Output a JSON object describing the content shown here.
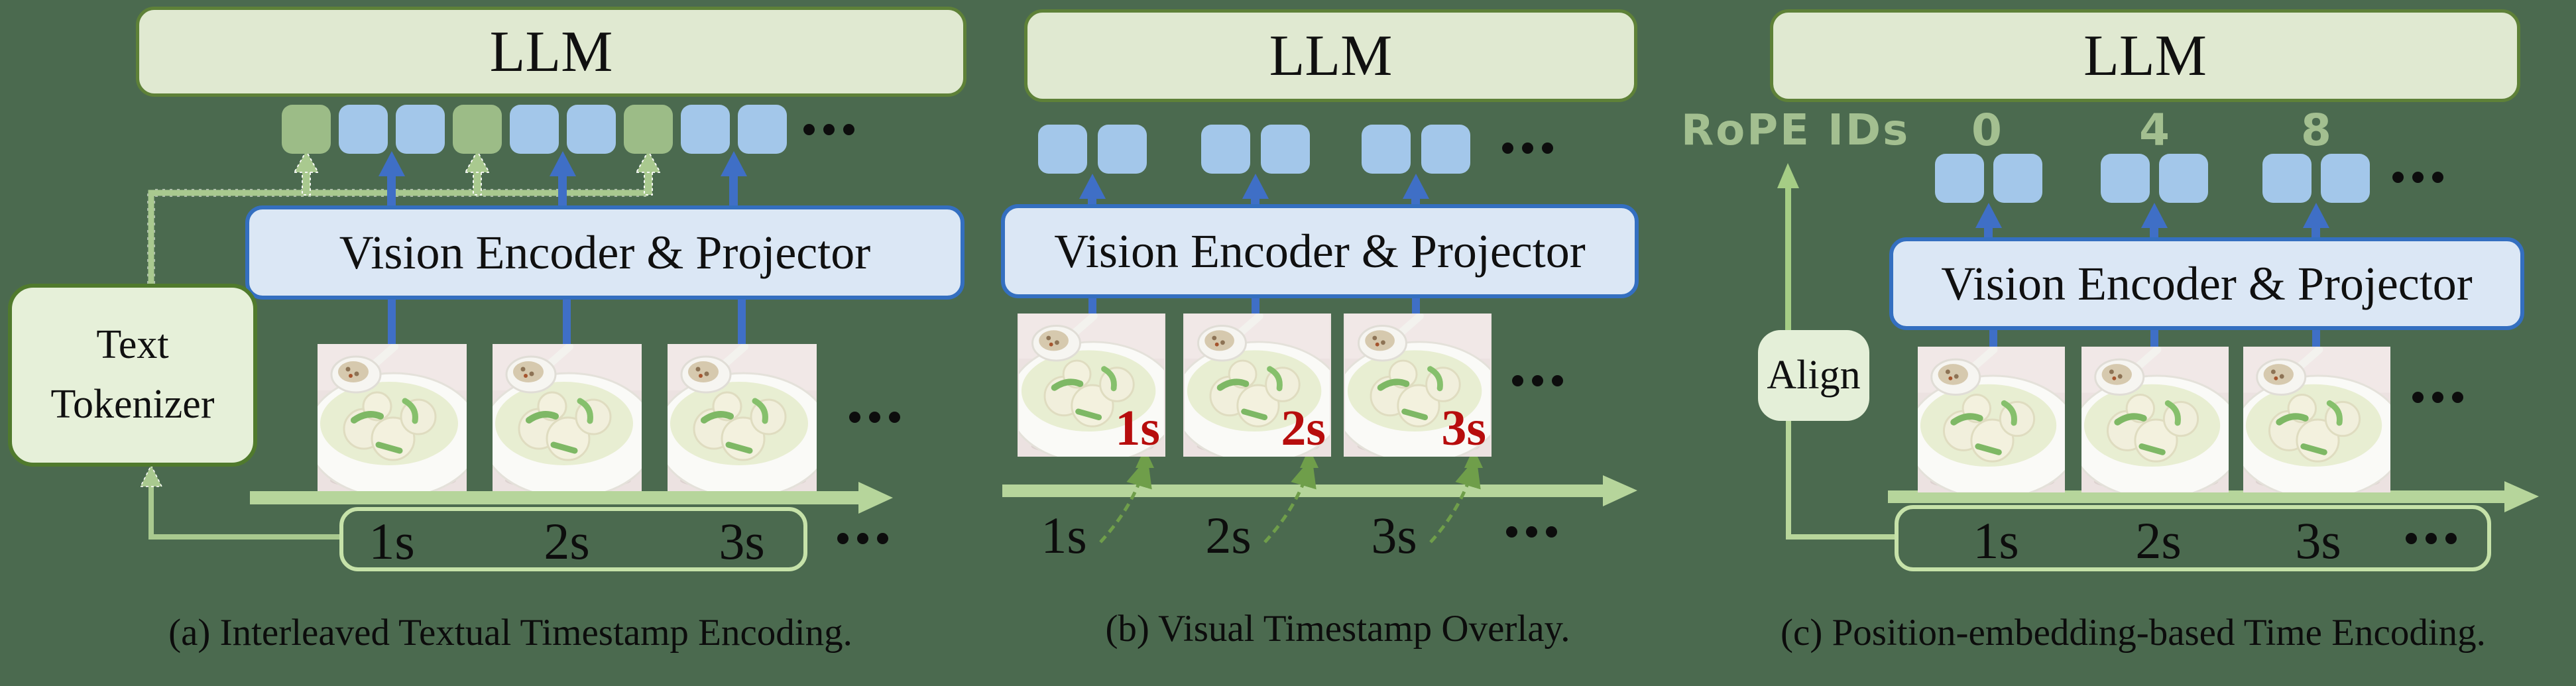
{
  "figure": {
    "background_color": "#4b6a4f",
    "colors": {
      "token_text_green": "#9cbc87",
      "token_visual_blue": "#a3c7ea",
      "llm_fill": "#e0e9d1",
      "llm_border": "#5e8138",
      "vision_fill": "#dbe7f5",
      "vision_border": "#346fc0",
      "light_green_arrow": "#a9c98f",
      "blue_arrow": "#3f6fc6",
      "timeline_green": "#b6d59b",
      "timestamp_box_border": "#c6e2a9",
      "overlay_red": "#b70d0d",
      "rope_green": "#a3bf90"
    }
  },
  "panels": {
    "a": {
      "caption": "(a) Interleaved Textual Timestamp Encoding.",
      "llm": "LLM",
      "vision_encoder": "Vision Encoder & Projector",
      "tokenizer_line1": "Text",
      "tokenizer_line2": "Tokenizer",
      "timeline_labels": [
        "1s",
        "2s",
        "3s"
      ],
      "ellipsis": "...",
      "token_pattern": [
        "text",
        "visual",
        "visual",
        "text",
        "visual",
        "visual",
        "text",
        "visual",
        "visual"
      ]
    },
    "b": {
      "caption": "(b) Visual Timestamp Overlay.",
      "llm": "LLM",
      "vision_encoder": "Vision Encoder & Projector",
      "overlay_labels": [
        "1s",
        "2s",
        "3s"
      ],
      "timeline_labels": [
        "1s",
        "2s",
        "3s"
      ],
      "ellipsis": "..."
    },
    "c": {
      "caption": "(c) Position-embedding-based Time Encoding.",
      "llm": "LLM",
      "vision_encoder": "Vision Encoder & Projector",
      "rope_label": "RoPE IDs",
      "rope_ids": [
        "0",
        "4",
        "8"
      ],
      "align": "Align",
      "timeline_labels": [
        "1s",
        "2s",
        "3s"
      ],
      "ellipsis": "..."
    }
  }
}
